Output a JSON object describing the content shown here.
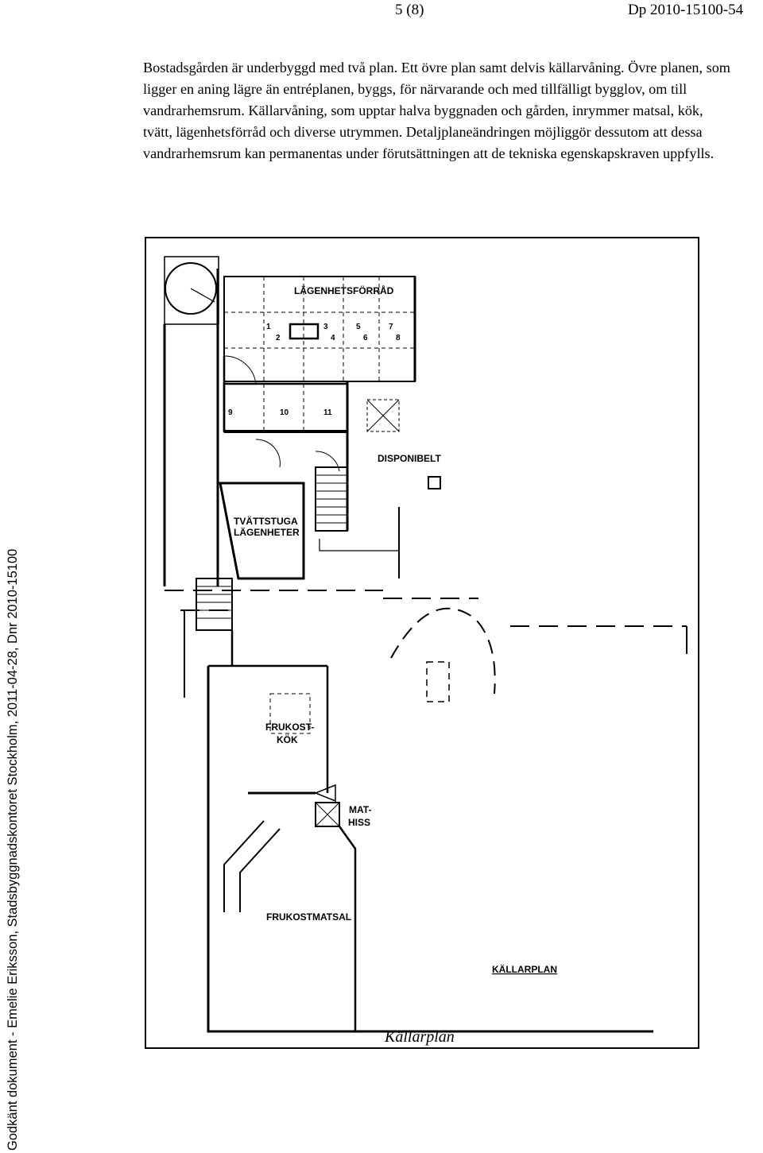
{
  "header": {
    "page_number": "5 (8)",
    "document_reference": "Dp 2010-15100-54"
  },
  "body": {
    "paragraph": "Bostadsgården är underbyggd med två plan. Ett övre plan samt delvis källarvåning. Övre planen, som ligger en aning lägre än entréplanen, byggs, för närvarande och med tillfälligt bygglov, om till vandrarhemsrum. Källarvåning, som upptar halva byggnaden och gården, inrymmer matsal, kök, tvätt, lägenhetsförråd och diverse utrymmen. Detaljplaneändringen möjliggör dessutom att dessa vandrarhemsrum kan permanentas under förutsättningen att de tekniska egenskapskraven uppfylls."
  },
  "plan": {
    "labels": {
      "storage": "LÄGENHETSFÖRRÅD",
      "available": "DISPONIBELT",
      "laundry_1": "TVÄTTSTUGA",
      "laundry_2": "LÄGENHETER",
      "kitchen_1": "FRUKOST-",
      "kitchen_2": "KÖK",
      "lift_1": "MAT-",
      "lift_2": "HISS",
      "dining": "FRUKOSTMATSAL",
      "plan_title": "KÄLLARPLAN"
    },
    "storage_numbers": [
      "1",
      "2",
      "3",
      "4",
      "5",
      "6",
      "7",
      "8",
      "9",
      "10",
      "11"
    ],
    "caption": "Källarplan"
  },
  "side_note": "Godkänt dokument - Emelie Eriksson, Stadsbyggnadskontoret Stockholm, 2011-04-28, Dnr 2010-15100"
}
